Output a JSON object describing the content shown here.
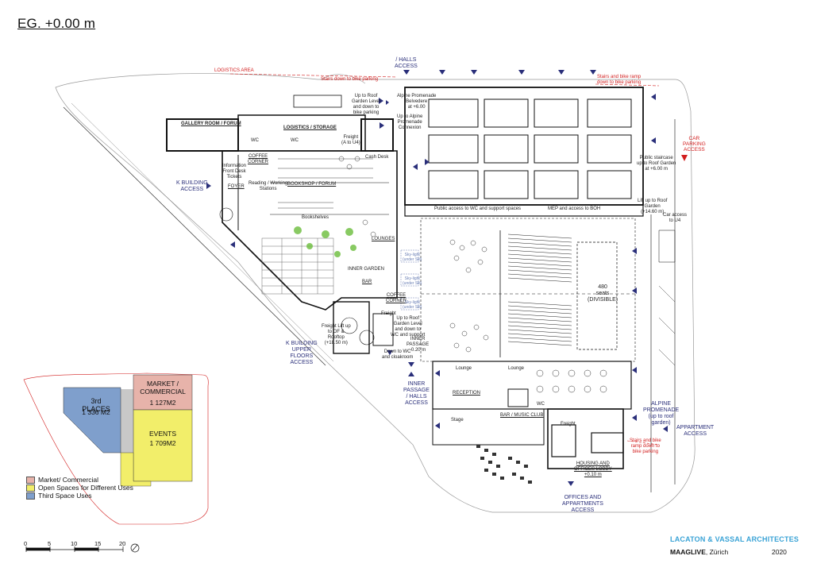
{
  "title": "EG. +0.00 m",
  "labels": {
    "logistics_area": "LOGISTICS AREA",
    "halls_access": "/ HALLS\nACCESS",
    "stairs_bike_left": "Stairs down to bike parking",
    "stairs_bike_right": "Stairs and bike ramp\ndown to bike parking",
    "car_parking": "CAR\nPARKING\nACCESS",
    "k_building_access": "K BUILDING\nACCESS",
    "k_building_upper": "K BUILDING\nUPPER\nFLOORS\nACCESS",
    "inner_passage": "INNER\nPASSAGE\n/ HALLS\nACCESS",
    "offices_access": "OFFICES AND\nAPPARTMENTS\nACCESS",
    "appartment_access": "APPARTMENT\nACCESS",
    "alpine_promenade": "ALPINE\nPROMENADE\n(up to roof\ngarden)",
    "stairs_bike_lower": "Stairs and bike\nramp down to\nbike parking",
    "gallery_room": "GALLERY ROOM / FORUM",
    "logistics_storage": "LOGISTICS / STORAGE",
    "coffee_corner_top": "COFFEE\nCORNER",
    "bookshop": "BOOKSHOP / FORUM",
    "foyer": "FOYER",
    "information": "Information\nFront Desk\nTickets",
    "reading": "Reading / Working\nStations",
    "bookshelves": "Bookshelves",
    "lounges": "LOUNGES",
    "inner_garden": "INNER GARDEN",
    "bar": "BAR",
    "coffee_corner_mid": "COFFEE\nCORNER",
    "freight_top": "Freight\n(A to U4)",
    "up_to_roof_top": "Up to Roof\nGarden Level\nand down to\nbike parking",
    "alpine_belvedere": "Alpine Promenade\nBelvedere\nat +6.00",
    "up_to_alpine": "Up to Alpine\nPromenade\nConnexion",
    "cash_desk": "Cash Desk",
    "public_access": "Public access to WC and support spaces",
    "mep": "MEP and access to BOH",
    "service_stair": "Public staircase\nup to Roof Garden\nat +6.00 m",
    "lift_roof": "Lift up to Roof\nGarden\n(+14.60 m)",
    "car_access_u4": "Car access\nto U4",
    "seats": "480\nseats\n(DIVISIBLE)",
    "sky_light_1": "Sky-light\n(under Slit)",
    "sky_light_2": "Sky-light\n(under Slit)",
    "sky_light_3": "Sky-light\n(under Slit)",
    "up_to_roof_mid": "Up to Roof\nGarden Level\nand down to\nWC and support",
    "freight_k": "Freight Lift up\nto OF &\nRooftop\n(+18.50 m)",
    "down_wc": "Down to WC\nand cloakroom",
    "inner_passage_level": "INNER\nPASSAGE\n-0.20 m",
    "lounge_1": "Lounge",
    "lounge_2": "Lounge",
    "reception": "RECEPTION",
    "stage": "Stage",
    "bar_music": "BAR / MUSIC CLUB",
    "wc": "WC",
    "freight_lower": "Freight",
    "housing_lobby": "HOUSING AND\nOFFICES LOBBY\n+0.10 m",
    "wc_a": "WC",
    "wc_b": "WC",
    "freight_l": "Freight"
  },
  "inset": {
    "third_places": "3rd PLACES",
    "third_value": "1 336 M2",
    "market": "MARKET /\nCOMMERCIAL",
    "market_value": "1 127M2",
    "events": "EVENTS",
    "events_value": "1 709M2"
  },
  "legend": [
    {
      "label": "Market/ Commercial",
      "color": "#e7b3aa"
    },
    {
      "label": "Open Spaces for Different Uses",
      "color": "#f2ee6a"
    },
    {
      "label": "Third Space Uses",
      "color": "#7f9fcc"
    }
  ],
  "scale": [
    "0",
    "5",
    "10",
    "15",
    "20"
  ],
  "footer": {
    "firm": "LACATON & VASSAL ARCHITECTES",
    "project_bold": "MAAGLIVE",
    "project_city": ", Zürich",
    "year": "2020"
  },
  "colors": {
    "accent_blue": "#2a2f7a",
    "access_red": "#d21d1d",
    "firm_blue": "#3aa3d6",
    "market": "#e7b3aa",
    "events": "#f2ee6a",
    "third": "#7f9fcc",
    "grey": "#c8c8c8"
  },
  "icons": [
    "north-arrow-icon",
    "access-arrow-icon"
  ]
}
